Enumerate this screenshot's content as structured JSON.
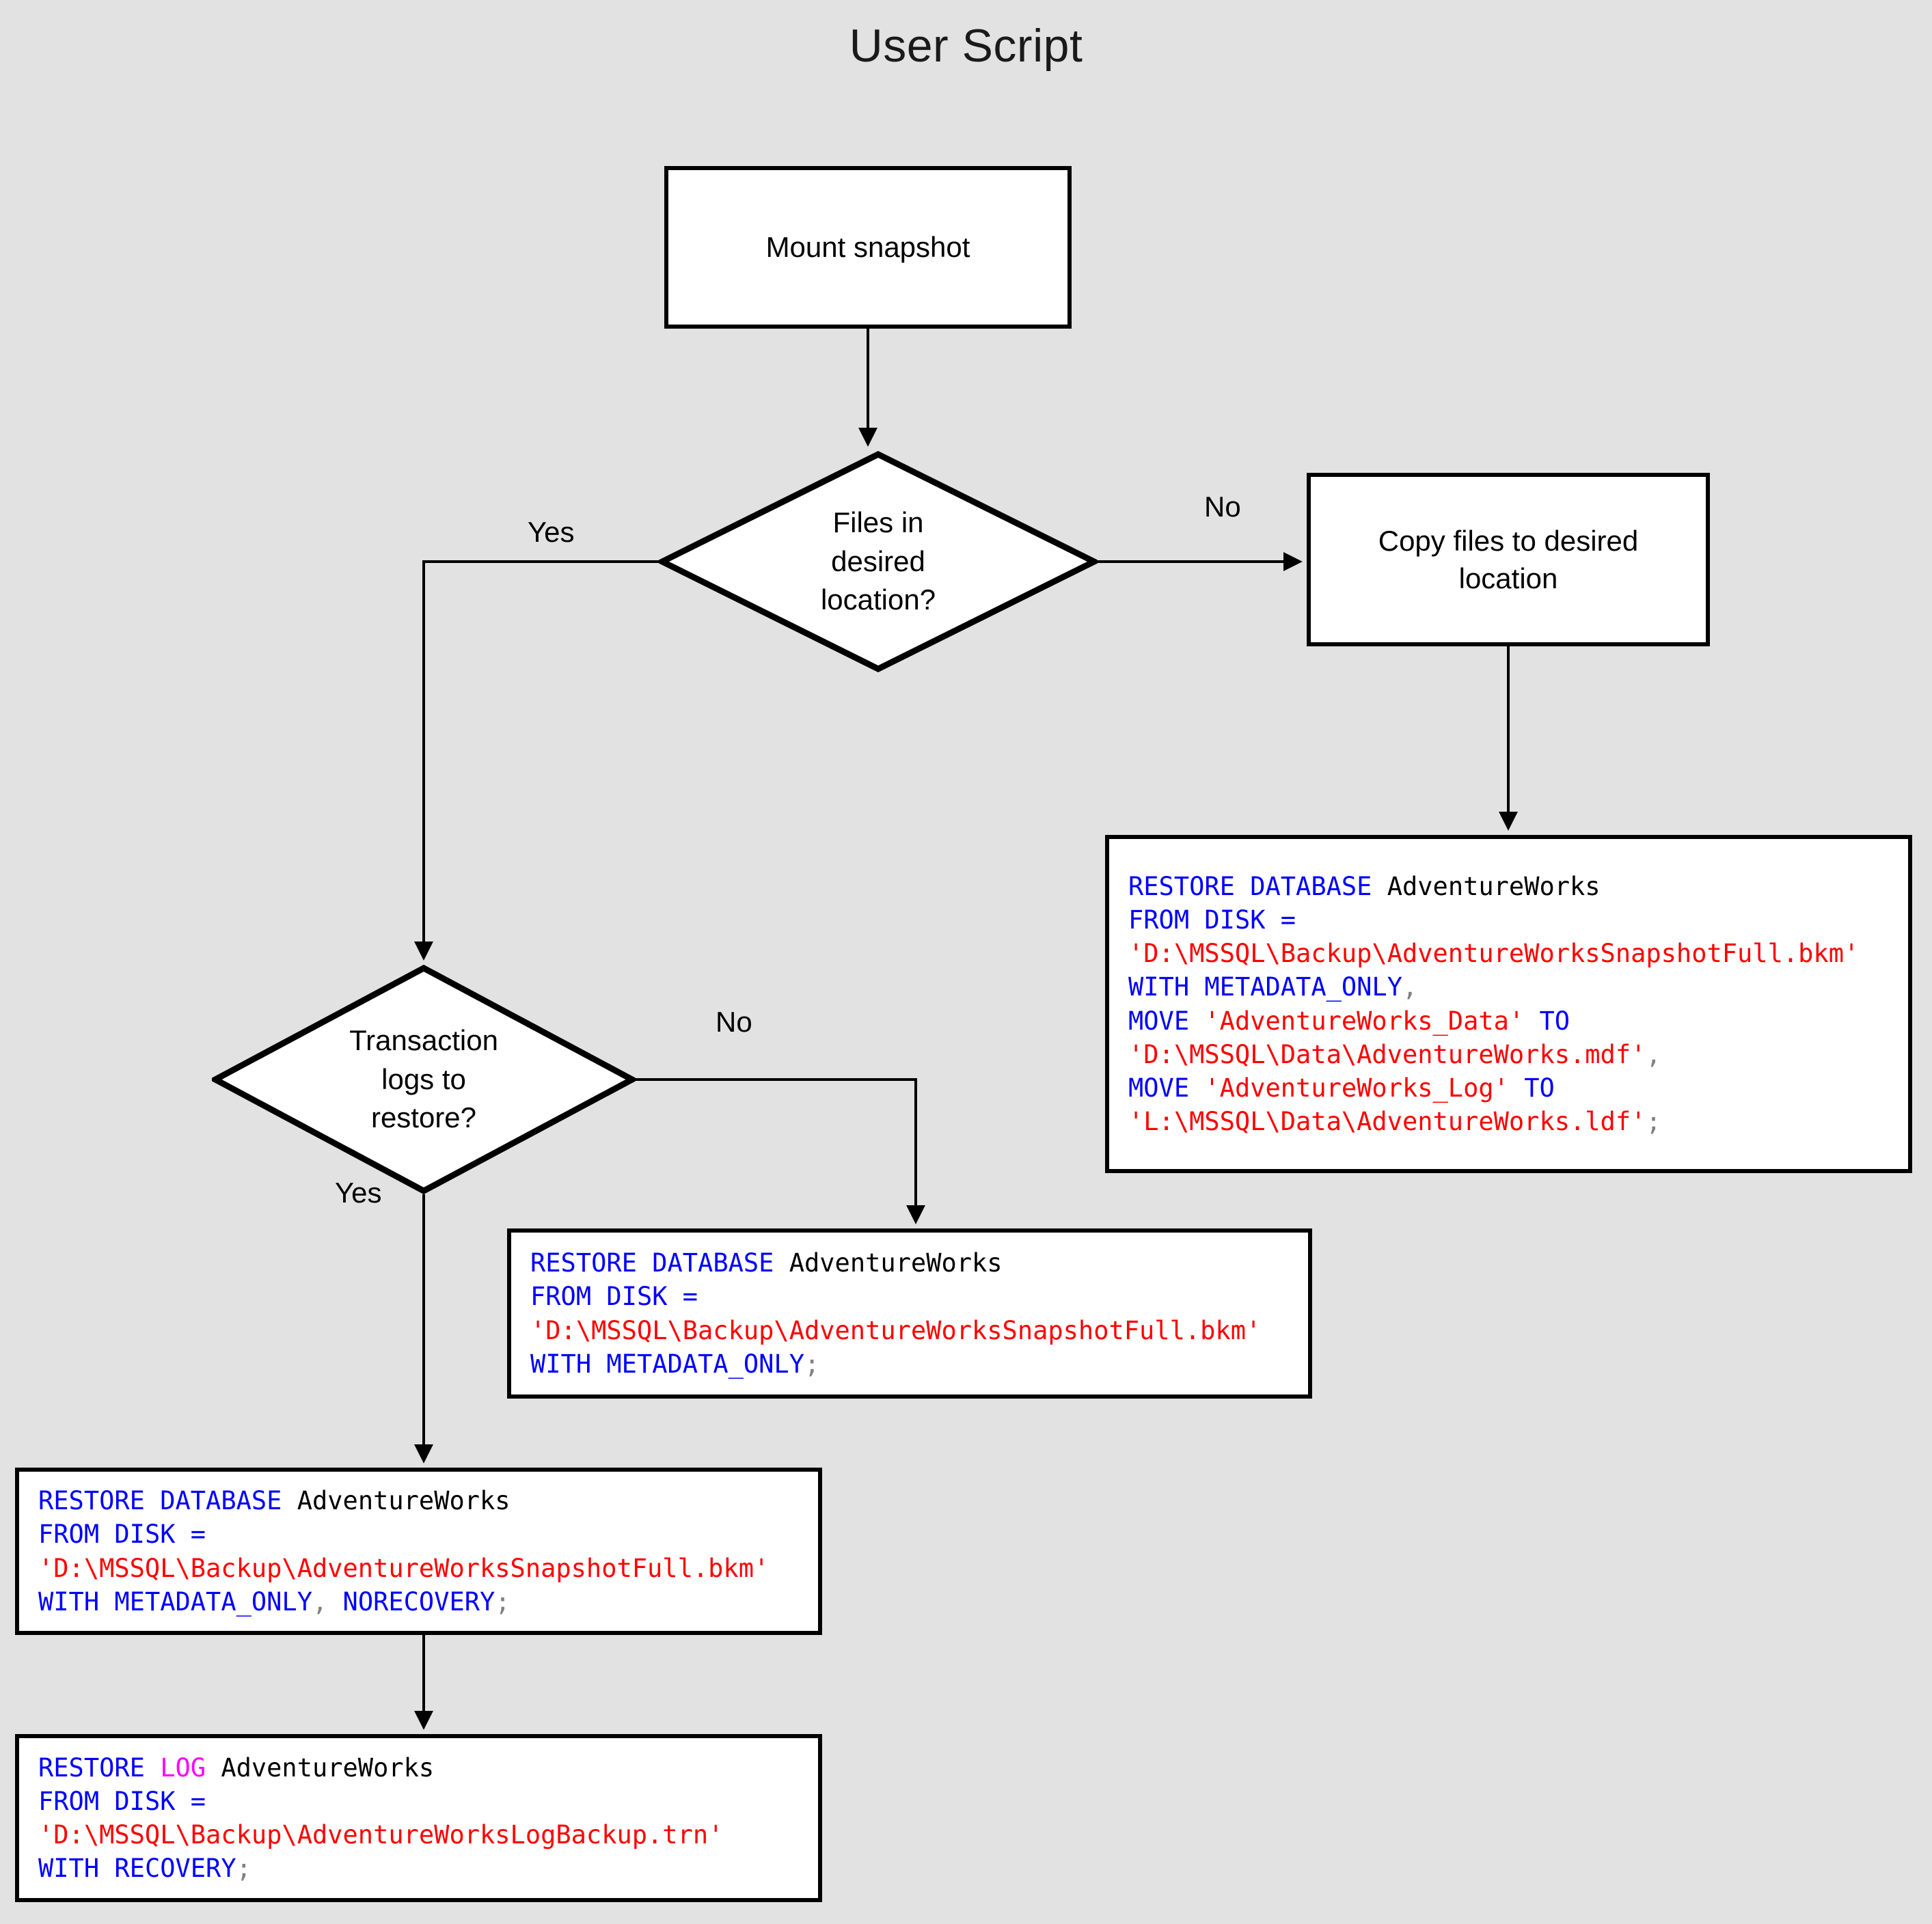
{
  "page": {
    "title": "User Script",
    "background_color": "#e2e2e2",
    "stroke_color": "#000000",
    "node_fill": "#ffffff"
  },
  "syntax_colors": {
    "keyword": "#0000ff",
    "string": "#ff0000",
    "log_keyword": "#ff00ff",
    "punctuation": "#808080",
    "identifier": "#000000"
  },
  "nodes": {
    "mount": {
      "label": "Mount snapshot",
      "shape": "process"
    },
    "files_decision": {
      "label": "Files in\ndesired\nlocation?",
      "shape": "decision"
    },
    "copy": {
      "label": "Copy files to desired\nlocation",
      "shape": "process"
    },
    "logs_decision": {
      "label": "Transaction\nlogs to\nrestore?",
      "shape": "decision"
    }
  },
  "edge_labels": {
    "files_yes": "Yes",
    "files_no": "No",
    "logs_no": "No",
    "logs_yes": "Yes"
  },
  "code_blocks": {
    "restore_with_move": {
      "lines": [
        "RESTORE DATABASE AdventureWorks",
        "FROM DISK =",
        "'D:\\MSSQL\\Backup\\AdventureWorksSnapshotFull.bkm'",
        "WITH METADATA_ONLY,",
        "MOVE 'AdventureWorks_Data' TO",
        "'D:\\MSSQL\\Data\\AdventureWorks.mdf',",
        "MOVE 'AdventureWorks_Log' TO",
        "'L:\\MSSQL\\Data\\AdventureWorks.ldf';"
      ]
    },
    "restore_metadata_only": {
      "lines": [
        "RESTORE DATABASE AdventureWorks",
        "FROM DISK =",
        "'D:\\MSSQL\\Backup\\AdventureWorksSnapshotFull.bkm'",
        "WITH METADATA_ONLY;"
      ]
    },
    "restore_norecovery": {
      "lines": [
        "RESTORE DATABASE AdventureWorks",
        "FROM DISK =",
        "'D:\\MSSQL\\Backup\\AdventureWorksSnapshotFull.bkm'",
        "WITH METADATA_ONLY, NORECOVERY;"
      ]
    },
    "restore_log": {
      "lines": [
        "RESTORE LOG AdventureWorks",
        "FROM DISK =",
        "'D:\\MSSQL\\Backup\\AdventureWorksLogBackup.trn'",
        "WITH RECOVERY;"
      ]
    }
  }
}
